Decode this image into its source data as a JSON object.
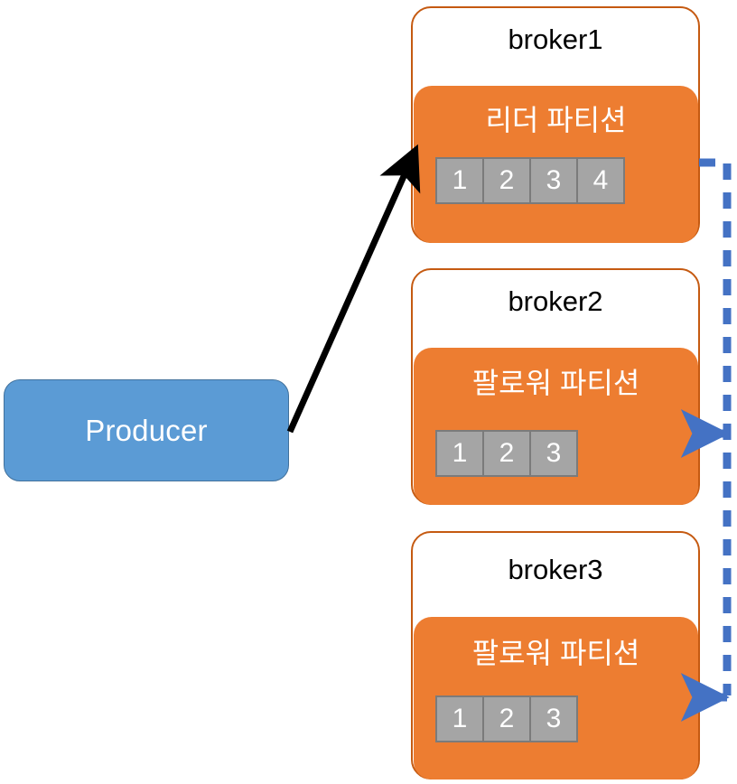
{
  "diagram": {
    "title": "Kafka leader/follower partition replication",
    "colors": {
      "orange_fill": "#ED7D31",
      "orange_border": "#C55A11",
      "blue_fill": "#5B9BD5",
      "blue_border": "#41719C",
      "gray_cell": "#A5A5A5",
      "gray_cell_border": "#7B7B7B",
      "replication_arrow": "#4472C4",
      "produce_arrow": "#000000",
      "background": "#FFFFFF"
    }
  },
  "producer": {
    "label": "Producer"
  },
  "brokers": [
    {
      "name": "broker1",
      "partition_role": "리더 파티션",
      "cells": [
        "1",
        "2",
        "3",
        "4"
      ]
    },
    {
      "name": "broker2",
      "partition_role": "팔로워 파티션",
      "cells": [
        "1",
        "2",
        "3"
      ]
    },
    {
      "name": "broker3",
      "partition_role": "팔로워 파티션",
      "cells": [
        "1",
        "2",
        "3"
      ]
    }
  ],
  "connectors": [
    {
      "name": "produce-arrow",
      "from": "Producer",
      "to": "broker1 리더 파티션",
      "style": "solid",
      "color": "#000000"
    },
    {
      "name": "replication-arrow-broker2",
      "from": "broker1 리더 파티션",
      "to": "broker2 팔로워 파티션",
      "style": "dashed",
      "color": "#4472C4"
    },
    {
      "name": "replication-arrow-broker3",
      "from": "broker1 리더 파티션",
      "to": "broker3 팔로워 파티션",
      "style": "dashed",
      "color": "#4472C4"
    }
  ]
}
